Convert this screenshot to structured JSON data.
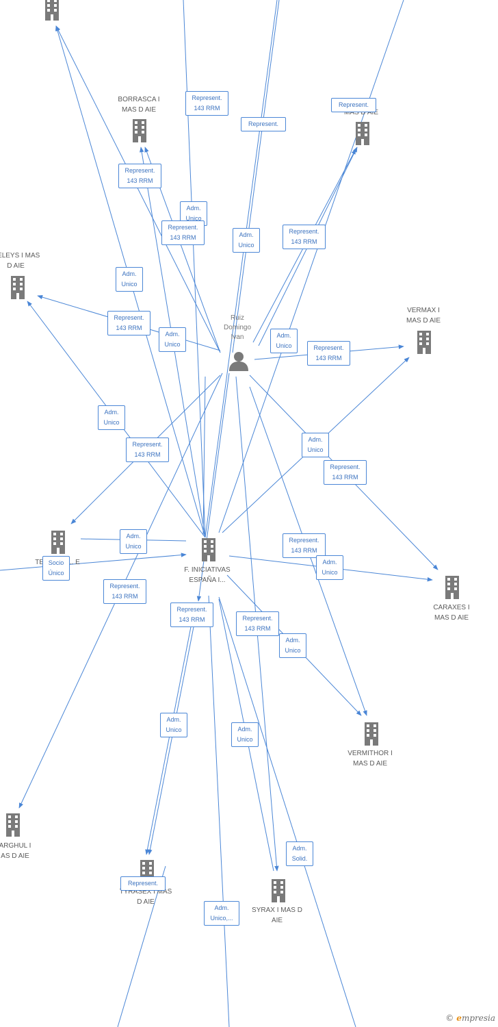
{
  "nodes": {
    "top_left": {
      "label": ""
    },
    "borrasca": {
      "label": "BORRASCA I MAS D  AIE"
    },
    "topright": {
      "label": "MAS D  AIE"
    },
    "meleys": {
      "label": "MELEYS I MAS D  AIE"
    },
    "person": {
      "label": "Ruiz Domingo Ivan"
    },
    "vermax": {
      "label": "VERMAX I MAS D  AIE"
    },
    "tessarion": {
      "label": "TE... N I M... E"
    },
    "center": {
      "label": "F. INICIATIVAS ESPAÑA I..."
    },
    "caraxes": {
      "label": "CARAXES I MAS D  AIE"
    },
    "vermithor": {
      "label": "VERMITHOR I MAS D  AIE"
    },
    "arghul": {
      "label": "ARGHUL I AS D  AIE"
    },
    "tyrasex": {
      "label": "TYRASEX I MAS D  AIE"
    },
    "syrax": {
      "label": "SYRAX I MAS D  AIE"
    }
  },
  "relations": [
    {
      "l1": "Represent.",
      "l2": "143 RRM"
    },
    {
      "l1": "Represent.",
      "l2": ""
    },
    {
      "l1": "Represent.",
      "l2": ""
    },
    {
      "l1": "Represent.",
      "l2": "143 RRM"
    },
    {
      "l1": "Adm.",
      "l2": "Unico"
    },
    {
      "l1": "Represent.",
      "l2": "143 RRM"
    },
    {
      "l1": "Adm.",
      "l2": "Unico"
    },
    {
      "l1": "Represent.",
      "l2": "143 RRM"
    },
    {
      "l1": "Adm.",
      "l2": "Unico"
    },
    {
      "l1": "Represent.",
      "l2": "143 RRM"
    },
    {
      "l1": "Adm.",
      "l2": "Unico"
    },
    {
      "l1": "Adm.",
      "l2": "Unico"
    },
    {
      "l1": "Represent.",
      "l2": "143 RRM"
    },
    {
      "l1": "Adm.",
      "l2": "Unico"
    },
    {
      "l1": "Represent.",
      "l2": "143 RRM"
    },
    {
      "l1": "Adm.",
      "l2": "Unico"
    },
    {
      "l1": "Represent.",
      "l2": "143 RRM"
    },
    {
      "l1": "Adm.",
      "l2": "Unico"
    },
    {
      "l1": "Socio",
      "l2": "Único"
    },
    {
      "l1": "Represent.",
      "l2": "143 RRM"
    },
    {
      "l1": "Represent.",
      "l2": "143 RRM"
    },
    {
      "l1": "Adm.",
      "l2": "Unico"
    },
    {
      "l1": "Represent.",
      "l2": "143 RRM"
    },
    {
      "l1": "Represent.",
      "l2": "143 RRM"
    },
    {
      "l1": "Adm.",
      "l2": "Unico"
    },
    {
      "l1": "Adm.",
      "l2": "Unico"
    },
    {
      "l1": "Adm.",
      "l2": "Unico"
    },
    {
      "l1": "Adm.",
      "l2": "Solid."
    },
    {
      "l1": "Represent.",
      "l2": ""
    },
    {
      "l1": "Adm.",
      "l2": "Unico,..."
    }
  ],
  "watermark": {
    "copyright": "©",
    "brand_first": "e",
    "brand_rest": "mpresia"
  },
  "colors": {
    "edge": "#4a86d6",
    "node": "#7a7a7a",
    "brand": "#e8911a"
  },
  "icons": {
    "company": "building-icon",
    "person": "person-icon"
  }
}
